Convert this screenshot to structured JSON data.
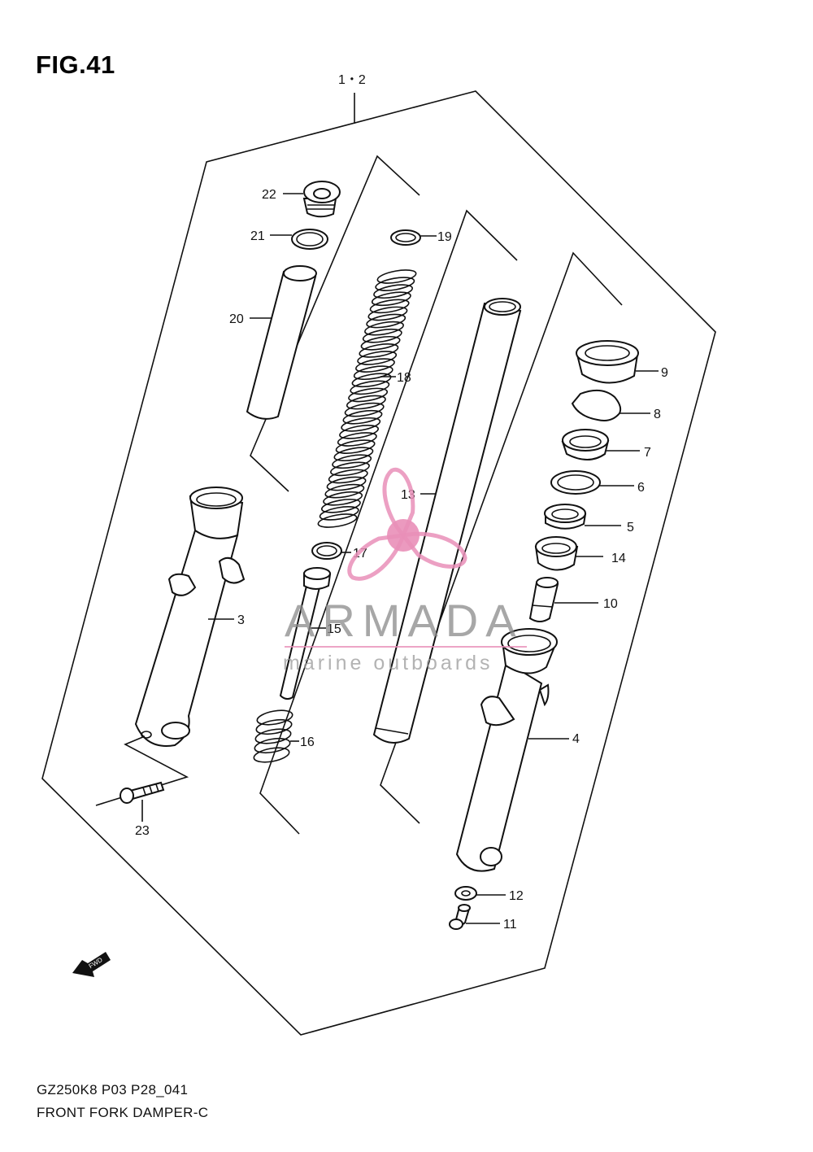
{
  "figure": {
    "title": "FIG.41",
    "code": "GZ250K8 P03 P28_041",
    "name": "FRONT FORK DAMPER-C",
    "assembly_label": "1・2"
  },
  "callouts": [
    "22",
    "21",
    "20",
    "19",
    "18",
    "17",
    "16",
    "15",
    "13",
    "3",
    "23",
    "9",
    "8",
    "7",
    "6",
    "5",
    "14",
    "10",
    "4",
    "12",
    "11"
  ],
  "watermark": {
    "brand": "ARMADA",
    "tagline": "marine outboards",
    "logo_color": "#e98fb8"
  },
  "fwd_arrow_text": "FWD"
}
